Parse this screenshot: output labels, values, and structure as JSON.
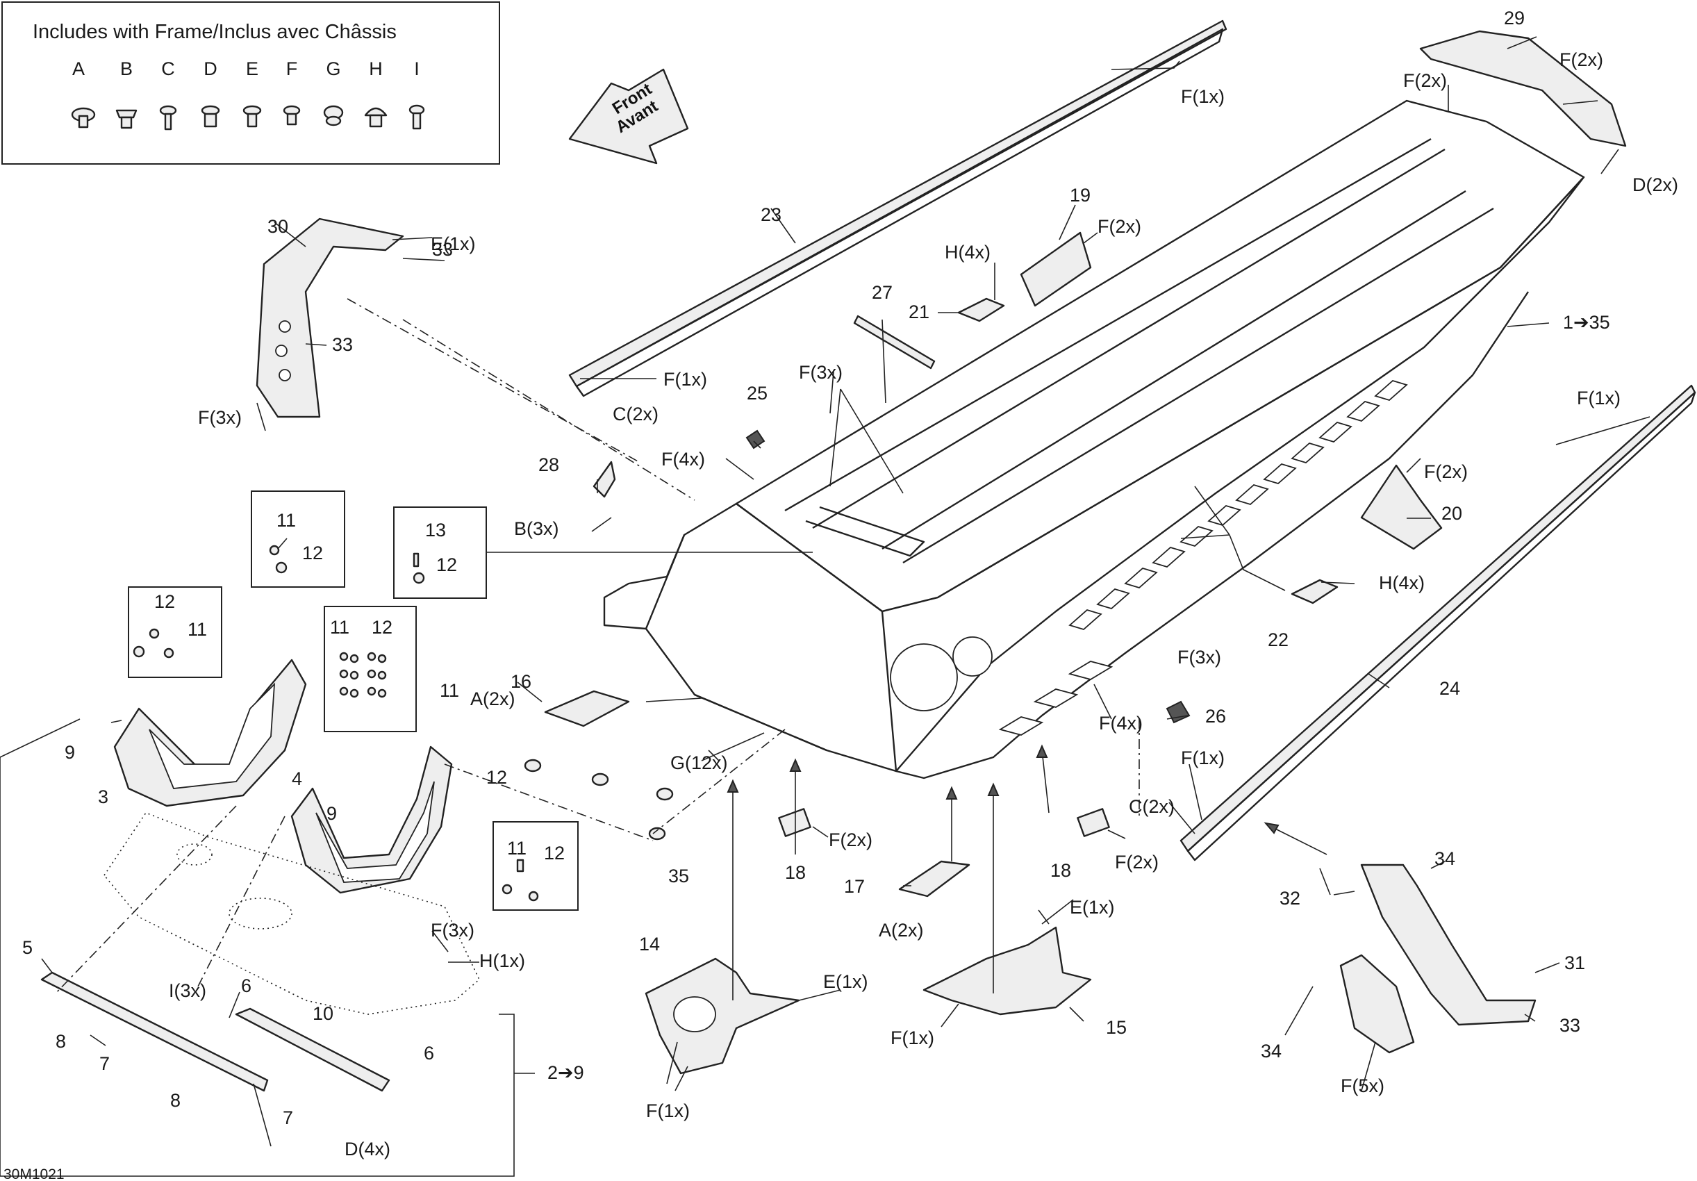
{
  "legend": {
    "title": "Includes with Frame/Inclus avec Châssis",
    "letters": [
      "A",
      "B",
      "C",
      "D",
      "E",
      "F",
      "G",
      "H",
      "I"
    ]
  },
  "front_arrow": {
    "line1": "Front",
    "line2": "Avant"
  },
  "figure_code": "30M1021",
  "callouts": {
    "c1": "F(1x)",
    "c2": "29",
    "c3": "F(2x)",
    "c4": "F(2x)",
    "c5": "D(2x)",
    "c6": "23",
    "c7": "30",
    "c8": "E(1x)",
    "c9": "33",
    "c10": "33",
    "c11": "F(3x)",
    "c12": "19",
    "c13": "F(2x)",
    "c14": "H(4x)",
    "c15": "21",
    "c16": "27",
    "c17": "1➔35",
    "c18": "F(1x)",
    "c19": "C(2x)",
    "c20": "F(3x)",
    "c21": "25",
    "c22": "F(4x)",
    "c23": "28",
    "c24": "B(3x)",
    "c25": "F(1x)",
    "c26": "F(2x)",
    "c27": "20",
    "c28": "H(4x)",
    "c29": "22",
    "c30": "F(3x)",
    "c31": "11",
    "c32": "12",
    "c33": "13",
    "c34": "12",
    "c35": "12",
    "c36": "11",
    "c37": "11",
    "c38": "12",
    "c39": "16",
    "c40": "A(2x)",
    "c41": "11",
    "c42": "9",
    "c43": "3",
    "c44": "G(12x)",
    "c45": "12",
    "c46": "4",
    "c47": "9",
    "c48": "26",
    "c49": "24",
    "c50": "F(4x)",
    "c51": "F(1x)",
    "c52": "C(2x)",
    "c53": "11",
    "c54": "12",
    "c55": "35",
    "c56": "18",
    "c57": "F(2x)",
    "c58": "18",
    "c59": "F(2x)",
    "c60": "17",
    "c61": "A(2x)",
    "c62": "E(1x)",
    "c63": "32",
    "c64": "34",
    "c65": "F(3x)",
    "c66": "H(1x)",
    "c67": "5",
    "c68": "6",
    "c69": "I(3x)",
    "c70": "8",
    "c71": "7",
    "c72": "10",
    "c73": "6",
    "c74": "2➔9",
    "c75": "8",
    "c76": "7",
    "c77": "D(4x)",
    "c78": "14",
    "c79": "E(1x)",
    "c80": "F(1x)",
    "c81": "F(1x)",
    "c82": "15",
    "c83": "31",
    "c84": "33",
    "c85": "34",
    "c86": "F(5x)"
  }
}
